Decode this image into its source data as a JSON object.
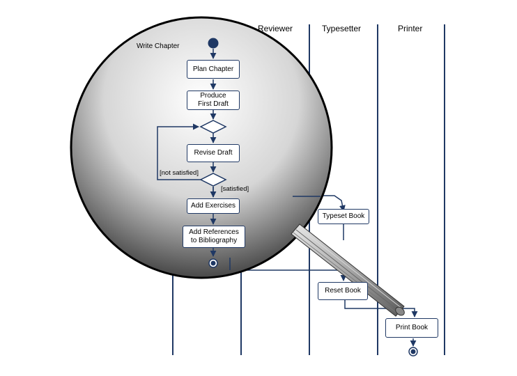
{
  "lanes": {
    "reviewer": "Reviewer",
    "typesetter": "Typesetter",
    "printer": "Printer"
  },
  "magnified_region_label": "Write Chapter",
  "activities": {
    "plan_chapter": "Plan Chapter",
    "produce_first_draft": [
      "Produce",
      "First Draft"
    ],
    "revise_draft": "Revise Draft",
    "add_exercises": "Add Exercises",
    "add_references": [
      "Add References",
      "to Bibliography"
    ],
    "typeset_book": "Typeset Book",
    "reset_book": "Reset Book",
    "print_book": "Print Book"
  },
  "guards": {
    "not_satisfied": "[not satisfied]",
    "satisfied": "[satisfied]"
  },
  "colors": {
    "line": "#1f3864",
    "node_border": "#1f3864",
    "lens_border": "#000000",
    "lens_center": "#ffffff",
    "lens_edge": "#4a4a4a",
    "handle": "#9a9a9a"
  },
  "icons": [
    "magnifying-glass-icon",
    "start-node-icon",
    "end-node-icon"
  ]
}
